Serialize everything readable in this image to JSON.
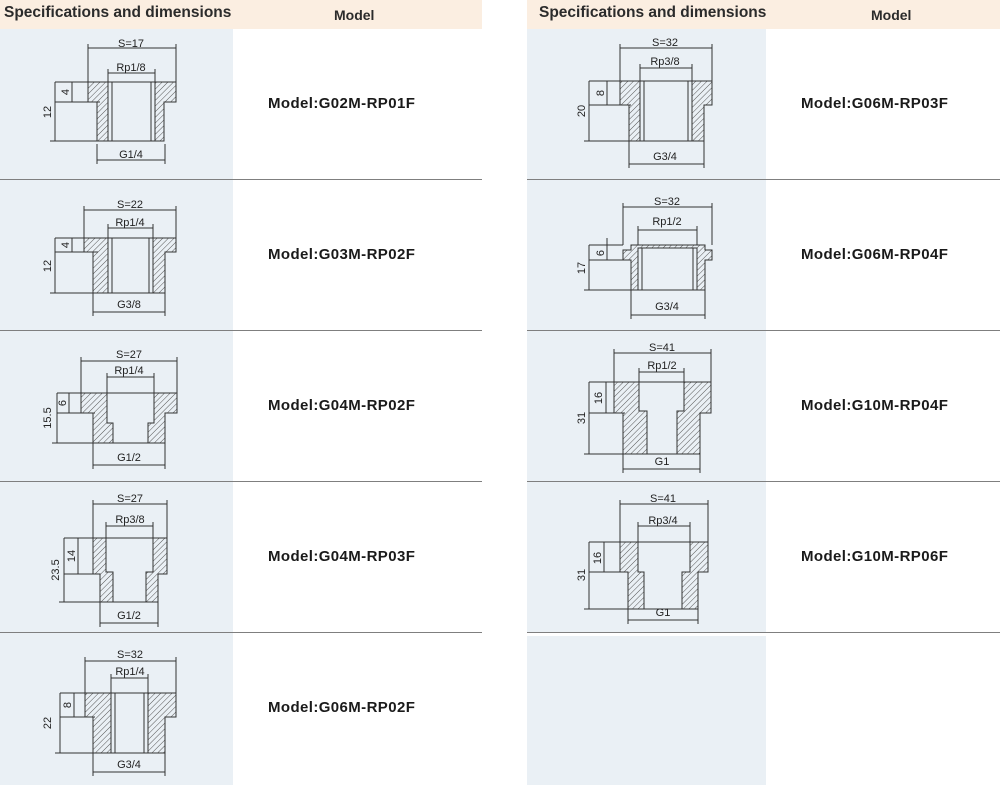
{
  "header": {
    "spec_label": "Specifications and dimensions",
    "model_label": "Model"
  },
  "left": [
    {
      "model": "Model:G02M-RP01F",
      "s": "S=17",
      "rp": "Rp1/8",
      "g": "G1/4",
      "h1": "4",
      "h2": "12"
    },
    {
      "model": "Model:G03M-RP02F",
      "s": "S=22",
      "rp": "Rp1/4",
      "g": "G3/8",
      "h1": "4",
      "h2": "12"
    },
    {
      "model": "Model:G04M-RP02F",
      "s": "S=27",
      "rp": "Rp1/4",
      "g": "G1/2",
      "h1": "6",
      "h2": "15.5"
    },
    {
      "model": "Model:G04M-RP03F",
      "s": "S=27",
      "rp": "Rp3/8",
      "g": "G1/2",
      "h1": "14",
      "h2": "23.5"
    },
    {
      "model": "Model:G06M-RP02F",
      "s": "S=32",
      "rp": "Rp1/4",
      "g": "G3/4",
      "h1": "8",
      "h2": "22"
    }
  ],
  "right": [
    {
      "model": "Model:G06M-RP03F",
      "s": "S=32",
      "rp": "Rp3/8",
      "g": "G3/4",
      "h1": "8",
      "h2": "20"
    },
    {
      "model": "Model:G06M-RP04F",
      "s": "S=32",
      "rp": "Rp1/2",
      "g": "G3/4",
      "h1": "6",
      "h2": "17"
    },
    {
      "model": "Model:G10M-RP04F",
      "s": "S=41",
      "rp": "Rp1/2",
      "g": "G1",
      "h1": "16",
      "h2": "31"
    },
    {
      "model": "Model:G10M-RP06F",
      "s": "S=41",
      "rp": "Rp3/4",
      "g": "G1",
      "h1": "16",
      "h2": "31"
    }
  ]
}
